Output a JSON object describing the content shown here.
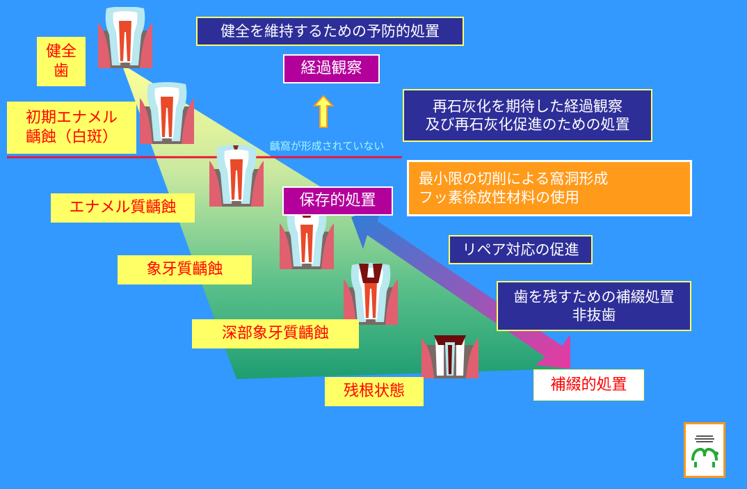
{
  "stages": {
    "healthy": "健全\n歯",
    "initial": "初期エナメル\n齲蝕（白斑）",
    "enamel": "エナメル質齲蝕",
    "dentin": "象牙質齲蝕",
    "deep_dentin": "深部象牙質齲蝕",
    "residual_root": "残根状態"
  },
  "boxes": {
    "prevent_title": "健全を維持するための予防的処置",
    "observe": "経過観察",
    "remineral": "再石灰化を期待した経過観察\n及び再石灰化促進のための処置",
    "minimal_cut": "最小限の切削による窩洞形成\nフッ素徐放性材料の使用",
    "conservative": "保存的処置",
    "repair": "リペア対応の促進",
    "keep_tooth": "歯を残すための補綴処置\n非抜歯",
    "prosthetic": "補綴的処置"
  },
  "cavity_note": "齲窩が形成されていない",
  "colors": {
    "background": "#3399ff",
    "stage_label_bg": "#ffff66",
    "stage_label_text": "#ff0000",
    "navy_box": "#2e2e99",
    "magenta_box": "#b3009a",
    "orange_box": "#ff9a1a",
    "divider_line": "#e8173a"
  },
  "icons": [
    "tooth-icon",
    "up-arrow-icon",
    "double-arrow-icon",
    "logo-icon"
  ]
}
